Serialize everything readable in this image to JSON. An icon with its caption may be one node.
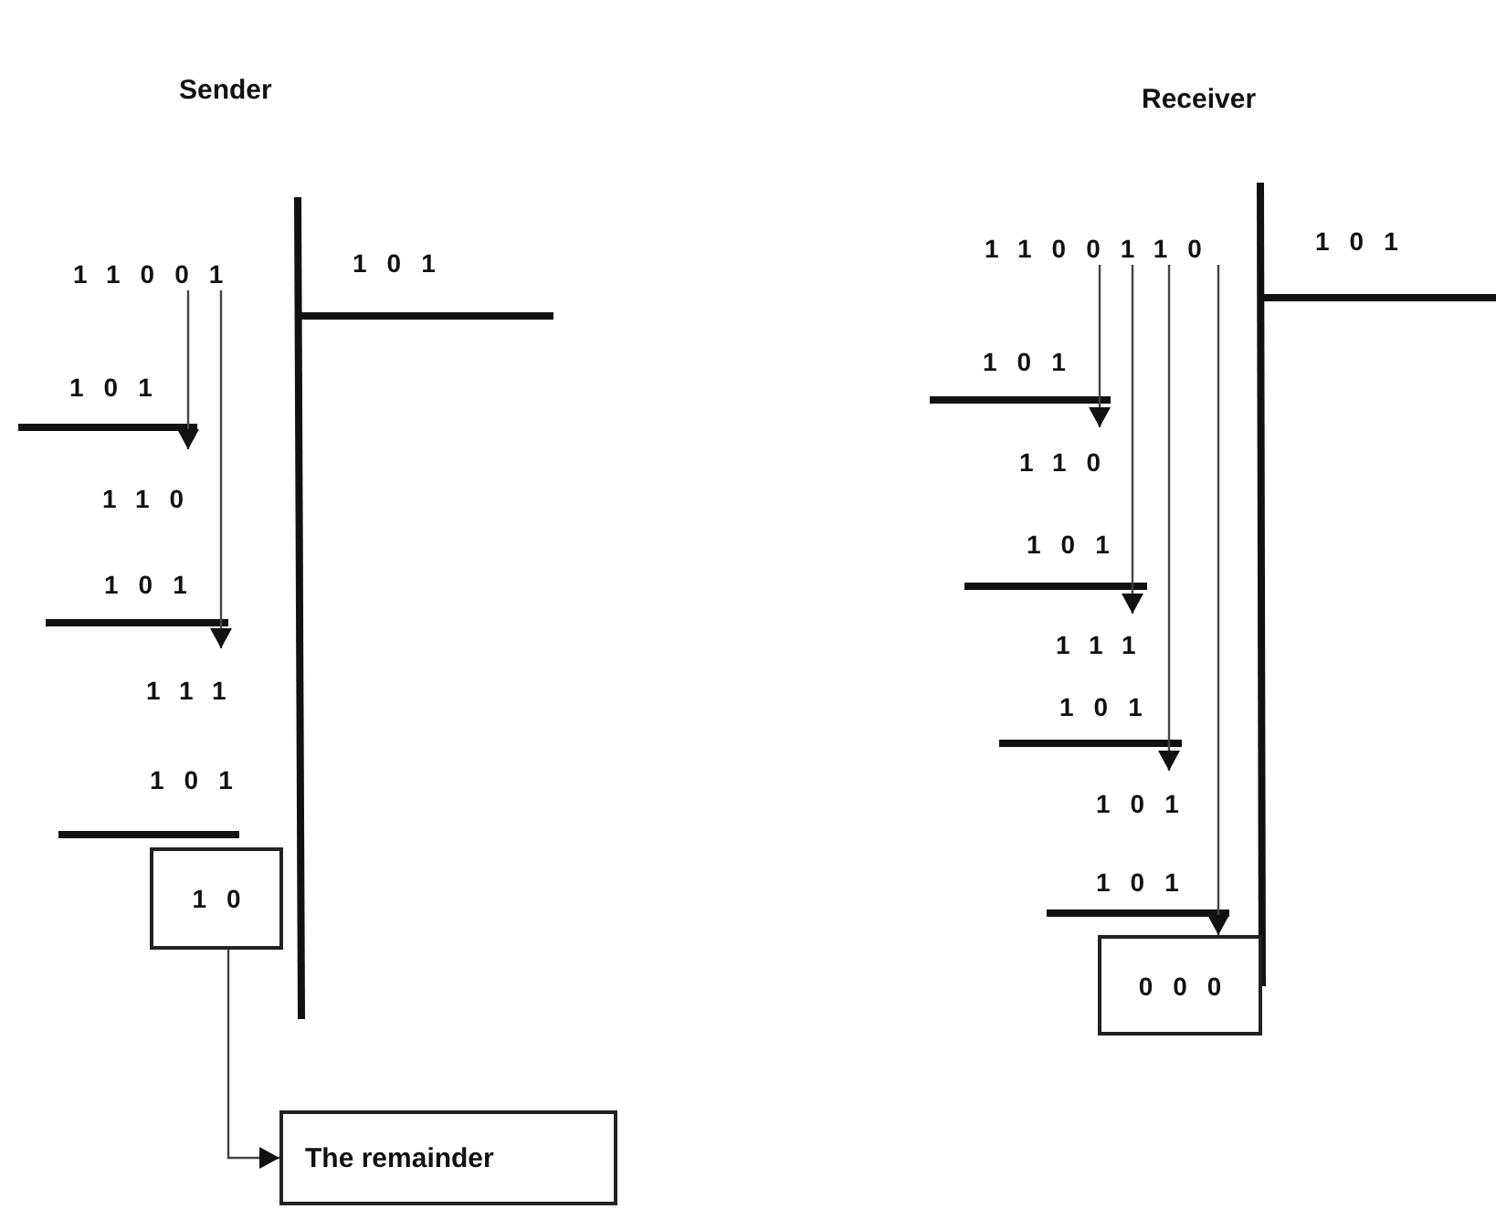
{
  "diagram": {
    "nodes": [
      {
        "text": [
          "11001"
        ]
      },
      {
        "text": [
          "110"
        ]
      },
      {
        "text": [
          "111"
        ]
      },
      {
        "text": [
          "10"
        ]
      },
      {
        "text": [
          "The remainder"
        ]
      },
      {
        "text": [
          "1100110"
        ]
      },
      {
        "text": [
          "110"
        ]
      },
      {
        "text": [
          "111"
        ]
      },
      {
        "text": [
          "101"
        ]
      },
      {
        "text": [
          "000"
        ]
      }
    ],
    "edges": [
      {
        "from": 0,
        "to": 1,
        "arrow": "to"
      },
      {
        "from": 0,
        "to": 2,
        "arrow": "to"
      },
      {
        "from": 3,
        "to": 4,
        "arrow": "to"
      },
      {
        "from": 5,
        "to": 6,
        "arrow": "to"
      },
      {
        "from": 5,
        "to": 7,
        "arrow": "to"
      },
      {
        "from": 5,
        "to": 8,
        "arrow": "to"
      },
      {
        "from": 5,
        "to": 9,
        "arrow": "to"
      }
    ],
    "labels": [
      "Sender",
      "Receiver",
      "101",
      "101",
      "101",
      "101",
      "101",
      "101",
      "101",
      "101",
      "101"
    ]
  }
}
